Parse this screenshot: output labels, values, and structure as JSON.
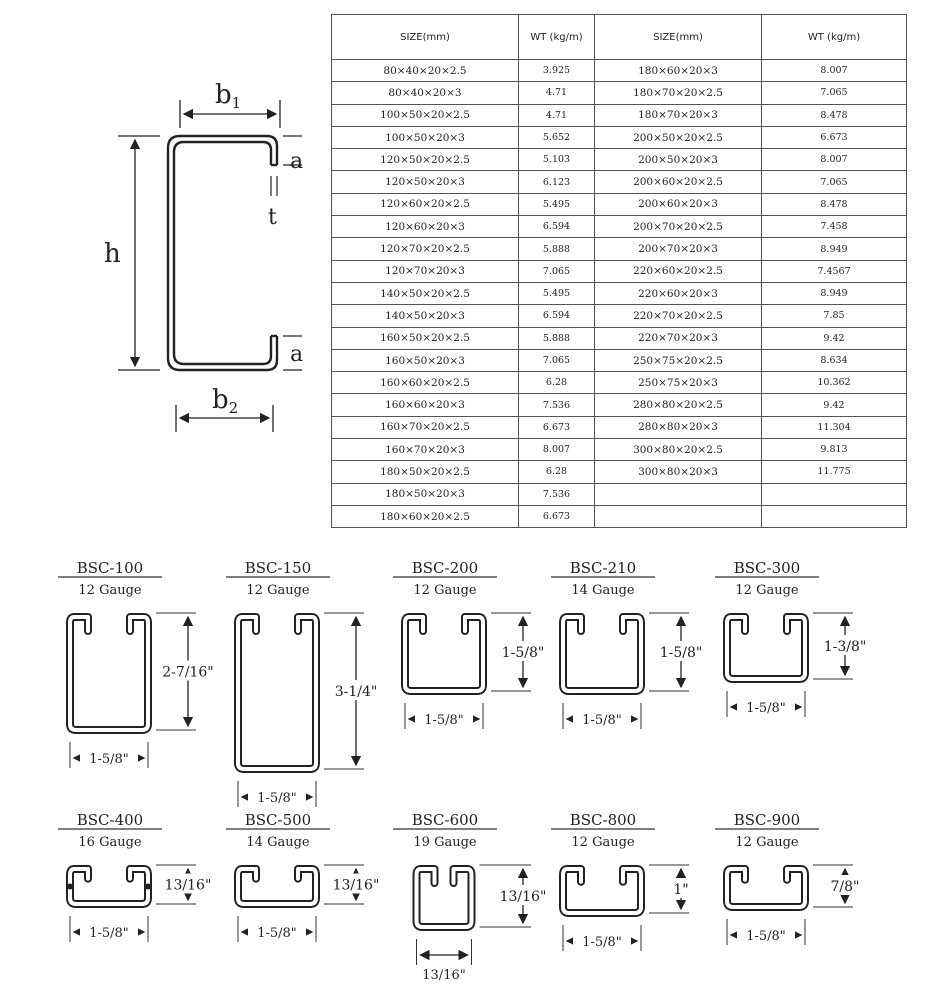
{
  "diagram": {
    "labels": {
      "b1": "b",
      "b1_sub": "1",
      "b2": "b",
      "b2_sub": "2",
      "h": "h",
      "a_top": "a",
      "a_bottom": "a",
      "t": "t"
    }
  },
  "table": {
    "headers": [
      "SIZE(mm)",
      "WT (kg/m)",
      "SIZE(mm)",
      "WT (kg/m)"
    ],
    "rows": [
      [
        "80×40×20×2.5",
        "3.925",
        "180×60×20×3",
        "8.007"
      ],
      [
        "80×40×20×3",
        "4.71",
        "180×70×20×2.5",
        "7.065"
      ],
      [
        "100×50×20×2.5",
        "4.71",
        "180×70×20×3",
        "8.478"
      ],
      [
        "100×50×20×3",
        "5.652",
        "200×50×20×2.5",
        "6.673"
      ],
      [
        "120×50×20×2.5",
        "5.103",
        "200×50×20×3",
        "8.007"
      ],
      [
        "120×50×20×3",
        "6.123",
        "200×60×20×2.5",
        "7.065"
      ],
      [
        "120×60×20×2.5",
        "5.495",
        "200×60×20×3",
        "8.478"
      ],
      [
        "120×60×20×3",
        "6.594",
        "200×70×20×2.5",
        "7.458"
      ],
      [
        "120×70×20×2.5",
        "5.888",
        "200×70×20×3",
        "8.949"
      ],
      [
        "120×70×20×3",
        "7.065",
        "220×60×20×2.5",
        "7.4567"
      ],
      [
        "140×50×20×2.5",
        "5.495",
        "220×60×20×3",
        "8.949"
      ],
      [
        "140×50×20×3",
        "6.594",
        "220×70×20×2.5",
        "7.85"
      ],
      [
        "160×50×20×2.5",
        "5.888",
        "220×70×20×3",
        "9.42"
      ],
      [
        "160×50×20×3",
        "7.065",
        "250×75×20×2.5",
        "8.634"
      ],
      [
        "160×60×20×2.5",
        "6.28",
        "250×75×20×3",
        "10.362"
      ],
      [
        "160×60×20×3",
        "7.536",
        "280×80×20×2.5",
        "9.42"
      ],
      [
        "160×70×20×2.5",
        "6.673",
        "280×80×20×3",
        "11.304"
      ],
      [
        "160×70×20×3",
        "8.007",
        "300×80×20×2.5",
        "9.813"
      ],
      [
        "180×50×20×2.5",
        "6.28",
        "300×80×20×3",
        "11.775"
      ],
      [
        "180×50×20×3",
        "7.536",
        "",
        ""
      ],
      [
        "180×60×20×2.5",
        "6.673",
        "",
        ""
      ]
    ]
  },
  "profiles": [
    {
      "name": "BSC-100",
      "gauge": "12 Gauge",
      "height": "2-7/16\"",
      "width": "1-5/8\"",
      "ratio": 1.5
    },
    {
      "name": "BSC-150",
      "gauge": "12 Gauge",
      "height": "3-1/4\"",
      "width": "1-5/8\"",
      "ratio": 2.0
    },
    {
      "name": "BSC-200",
      "gauge": "12 Gauge",
      "height": "1-5/8\"",
      "width": "1-5/8\"",
      "ratio": 1.0
    },
    {
      "name": "BSC-210",
      "gauge": "14 Gauge",
      "height": "1-5/8\"",
      "width": "1-5/8\"",
      "ratio": 1.0
    },
    {
      "name": "BSC-300",
      "gauge": "12 Gauge",
      "height": "1-3/8\"",
      "width": "1-5/8\"",
      "ratio": 0.85
    },
    {
      "name": "BSC-400",
      "gauge": "16 Gauge",
      "height": "13/16\"",
      "width": "1-5/8\"",
      "ratio": 0.5,
      "dimples": true
    },
    {
      "name": "BSC-500",
      "gauge": "14 Gauge",
      "height": "13/16\"",
      "width": "1-5/8\"",
      "ratio": 0.5
    },
    {
      "name": "BSC-600",
      "gauge": "19 Gauge",
      "height": "13/16\"",
      "width": "13/16\"",
      "ratio": 0.8
    },
    {
      "name": "BSC-800",
      "gauge": "12 Gauge",
      "height": "1\"",
      "width": "1-5/8\"",
      "ratio": 0.62
    },
    {
      "name": "BSC-900",
      "gauge": "12 Gauge",
      "height": "7/8\"",
      "width": "1-5/8\"",
      "ratio": 0.54
    }
  ]
}
